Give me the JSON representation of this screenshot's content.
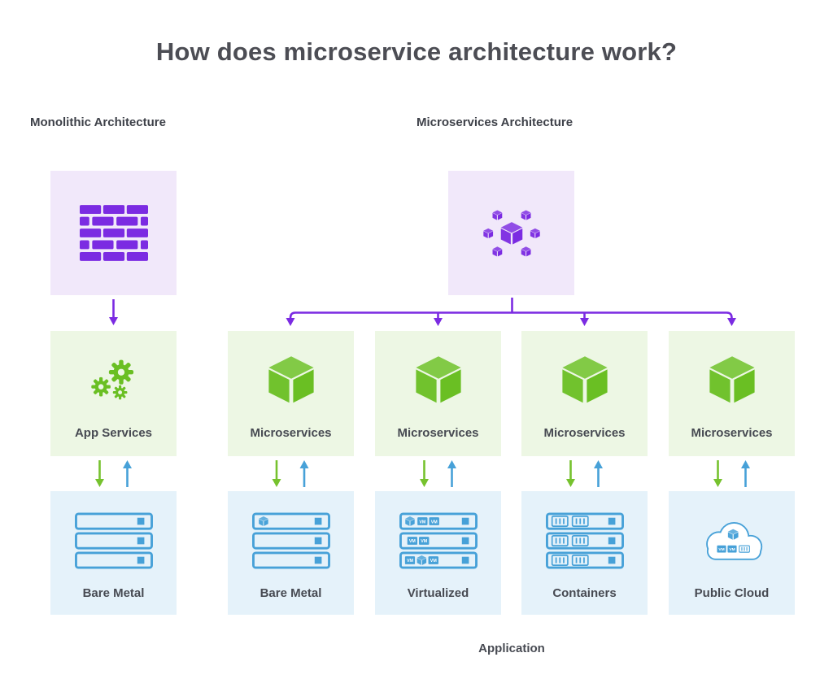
{
  "title": "How does microservice architecture work?",
  "application_label": "Application",
  "monolithic": {
    "heading": "Monolithic Architecture",
    "app_services_label": "App Services",
    "bare_metal_label": "Bare Metal"
  },
  "microservices": {
    "heading": "Microservices Architecture",
    "columns": [
      {
        "service_label": "Microservices",
        "infra_label": "Bare Metal"
      },
      {
        "service_label": "Microservices",
        "infra_label": "Virtualized"
      },
      {
        "service_label": "Microservices",
        "infra_label": "Containers"
      },
      {
        "service_label": "Microservices",
        "infra_label": "Public Cloud"
      }
    ]
  },
  "icons": {
    "monolith_app_icon": "brick-wall-icon",
    "app_services_icon": "gears-icon",
    "microservices_app_icon": "cube-cluster-icon",
    "microservice_icon": "cube-icon",
    "bare_metal_icon": "server-rack-icon",
    "virtualized_icon": "vm-server-icon",
    "containers_icon": "container-server-icon",
    "public_cloud_icon": "cloud-icon",
    "vm_badge_text": "VM"
  },
  "colors": {
    "purple": "#7b2be2",
    "purple_box_bg": "#f1e8fa",
    "green": "#6abf23",
    "green_box_bg": "#edf7e4",
    "blue": "#47a1d8",
    "blue_box_bg": "#e5f2fa",
    "title_text": "#4c4d54",
    "label_text": "#474a52"
  }
}
